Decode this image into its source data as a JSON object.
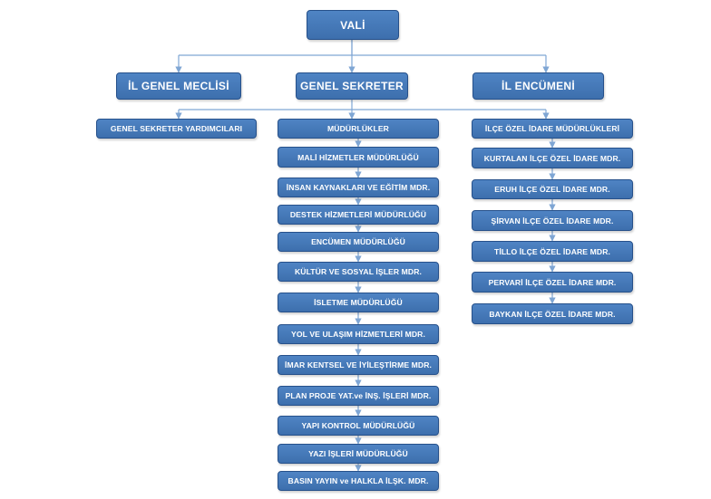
{
  "root": {
    "label": "VALİ"
  },
  "level2": [
    {
      "label": "İL GENEL MECLİSİ"
    },
    {
      "label": "GENEL SEKRETER"
    },
    {
      "label": "İL ENCÜMENİ"
    }
  ],
  "column_left": [
    {
      "label": "GENEL SEKRETER YARDIMCILARI"
    }
  ],
  "column_center": [
    {
      "label": "MÜDÜRLÜKLER"
    },
    {
      "label": "MALİ HİZMETLER MÜDÜRLÜĞÜ"
    },
    {
      "label": "İNSAN KAYNAKLARI VE EĞİTİM MDR."
    },
    {
      "label": "DESTEK HİZMETLERİ MÜDÜRLÜĞÜ"
    },
    {
      "label": "ENCÜMEN MÜDÜRLÜĞÜ"
    },
    {
      "label": "KÜLTÜR VE SOSYAL İŞLER MDR."
    },
    {
      "label": "İSLETME MÜDÜRLÜĞÜ"
    },
    {
      "label": "YOL VE ULAŞIM HİZMETLERİ MDR."
    },
    {
      "label": "İMAR KENTSEL VE İYİLEŞTİRME MDR."
    },
    {
      "label": "PLAN PROJE YAT.ve İNŞ. İŞLERİ MDR."
    },
    {
      "label": "YAPI KONTROL MÜDÜRLÜĞÜ"
    },
    {
      "label": "YAZI İŞLERİ MÜDÜRLÜĞÜ"
    },
    {
      "label": "BASIN YAYIN ve HALKLA İLŞK. MDR."
    }
  ],
  "column_right": [
    {
      "label": "İLÇE ÖZEL İDARE MÜDÜRLÜKLERİ"
    },
    {
      "label": "KURTALAN İLÇE ÖZEL İDARE MDR."
    },
    {
      "label": "ERUH İLÇE ÖZEL İDARE MDR."
    },
    {
      "label": "ŞİRVAN İLÇE ÖZEL İDARE MDR."
    },
    {
      "label": "TİLLO İLÇE ÖZEL İDARE MDR."
    },
    {
      "label": "PERVARİ İLÇE ÖZEL İDARE MDR."
    },
    {
      "label": "BAYKAN İLÇE ÖZEL İDARE MDR."
    }
  ],
  "colors": {
    "box_fill": "#4a7ebf",
    "box_border": "#26508a",
    "connector": "#7fa6d4",
    "text": "#ffffff"
  }
}
